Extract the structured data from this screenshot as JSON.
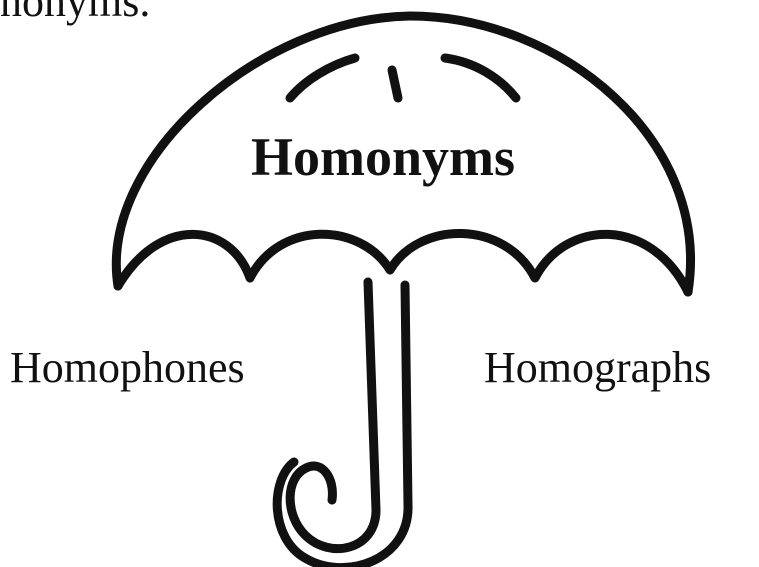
{
  "diagram": {
    "top_fragment": "nonyms.",
    "title": "Homonyms",
    "left_label": "Homophones",
    "right_label": "Homographs",
    "stroke_color": "#111111",
    "background_color": "#ffffff"
  }
}
